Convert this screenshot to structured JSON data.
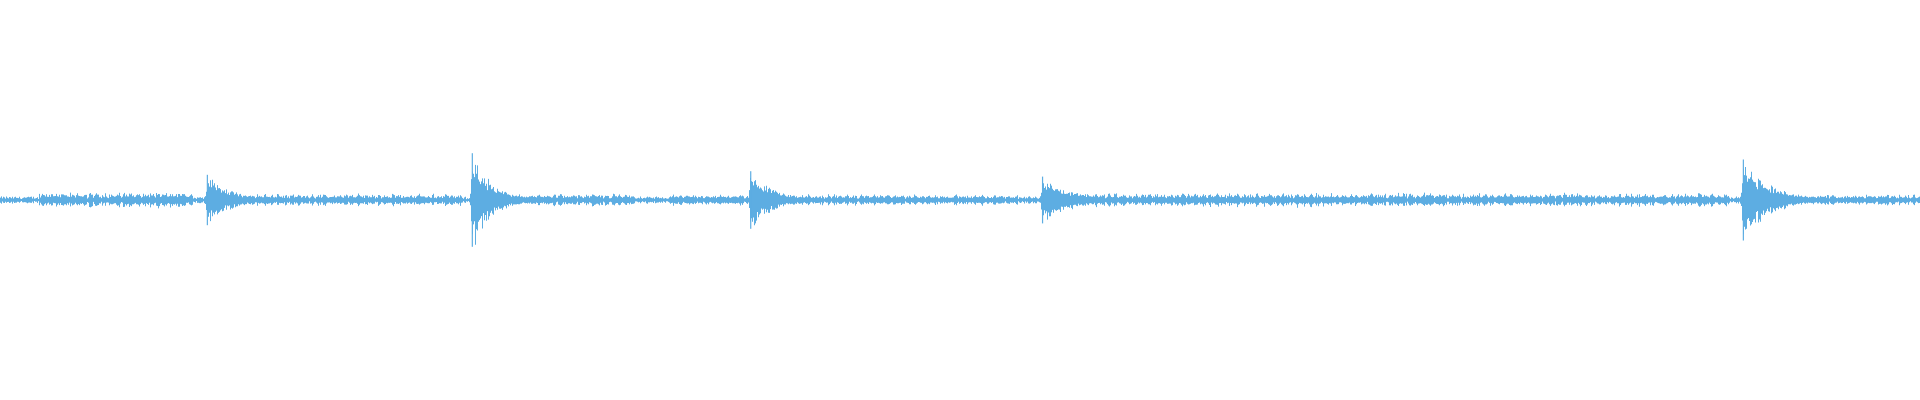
{
  "waveform": {
    "color": "#5dade2",
    "background": "#ffffff",
    "baseline_level": 0.04,
    "transients": [
      {
        "position": 0.108,
        "peak": 0.28,
        "decay": 0.012
      },
      {
        "position": 0.246,
        "peak": 0.52,
        "decay": 0.01
      },
      {
        "position": 0.391,
        "peak": 0.32,
        "decay": 0.012
      },
      {
        "position": 0.543,
        "peak": 0.26,
        "decay": 0.016
      },
      {
        "position": 0.908,
        "peak": 0.45,
        "decay": 0.014
      }
    ],
    "busy_regions": [
      {
        "start": 0.02,
        "end": 0.1,
        "level": 0.09
      },
      {
        "start": 0.11,
        "end": 0.24,
        "level": 0.07
      },
      {
        "start": 0.25,
        "end": 0.33,
        "level": 0.07
      },
      {
        "start": 0.35,
        "end": 0.39,
        "level": 0.06
      },
      {
        "start": 0.4,
        "end": 0.53,
        "level": 0.06
      },
      {
        "start": 0.55,
        "end": 0.9,
        "level": 0.08
      },
      {
        "start": 0.92,
        "end": 1.0,
        "level": 0.06
      }
    ]
  }
}
